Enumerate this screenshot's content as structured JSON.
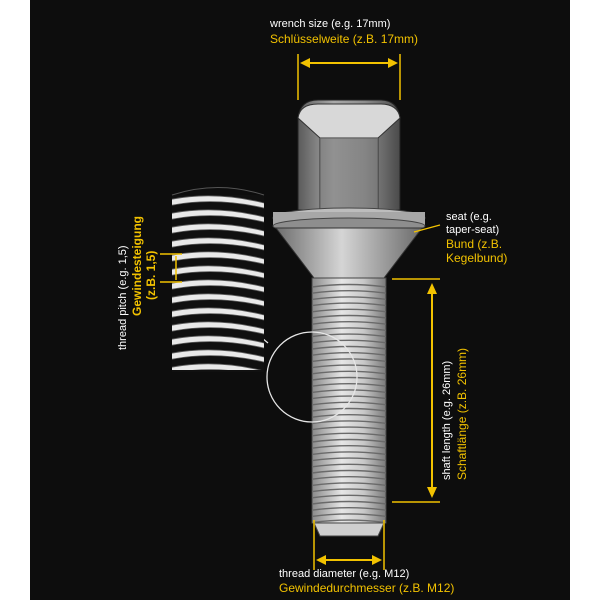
{
  "labels": {
    "wrench_en": "wrench size (e.g. 17mm)",
    "wrench_de": "Schlüsselweite (z.B. 17mm)",
    "seat_en_1": "seat (e.g.",
    "seat_en_2": "taper-seat)",
    "seat_de_1": "Bund (z.B.",
    "seat_de_2": "Kegelbund)",
    "shaft_en": "shaft length (e.g. 26mm)",
    "shaft_de": "Schaftlänge (z.B. 26mm)",
    "diameter_en": "thread diameter (e.g. M12)",
    "diameter_de": "Gewindedurchmesser (z.B. M12)",
    "pitch_en": "thread pitch (e.g. 1,5)",
    "pitch_de": "Gewindesteigung",
    "pitch_de_2": "(z.B. 1,5)"
  },
  "colors": {
    "panel": "#0d0d0d",
    "accent": "#f2c200",
    "text": "#ffffff",
    "metal": "#b9b9b9"
  }
}
